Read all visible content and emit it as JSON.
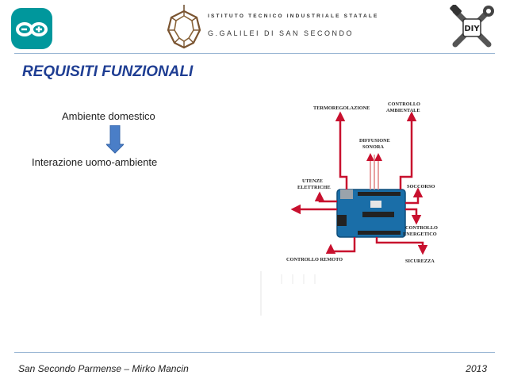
{
  "header": {
    "school_line1": "ISTITUTO TECNICO INDUSTRIALE STATALE",
    "school_line2": "G.GALILEI DI SAN SECONDO",
    "diy_label": "DIY",
    "logos": {
      "left": "arduino-logo-icon",
      "middle": "rhombicuboctahedron-logo-icon",
      "right": "diy-tools-icon"
    },
    "colors": {
      "arduino_teal": "#00979C",
      "rule": "#9bb7d4"
    }
  },
  "slide": {
    "title": "REQUISITI FUNZIONALI",
    "title_color": "#1f3e93",
    "flow": {
      "top_text": "Ambiente domestico",
      "bottom_text": "Interazione uomo-ambiente",
      "arrow_color": "#4a7ec7",
      "arrow_icon": "down-arrow-icon"
    },
    "diagram": {
      "arrow_color": "#c8102e",
      "board_icon": "arduino-uno-board-icon",
      "labels": {
        "termoregolazione": "TERMOREGOLAZIONE",
        "controllo_ambientale_1": "CONTROLLO",
        "controllo_ambientale_2": "AMBIENTALE",
        "diffusione_1": "DIFFUSIONE",
        "diffusione_2": "SONORA",
        "utenze_1": "UTENZE",
        "utenze_2": "ELETTRICHE",
        "soccorso": "SOCCORSO",
        "energetico_1": "CONTROLLO",
        "energetico_2": "ENERGETICO",
        "remoto": "CONTROLLO REMOTO",
        "sicurezza": "SICUREZZA"
      }
    }
  },
  "footer": {
    "left": "San Secondo Parmense – Mirko Mancin",
    "right": "2013"
  }
}
